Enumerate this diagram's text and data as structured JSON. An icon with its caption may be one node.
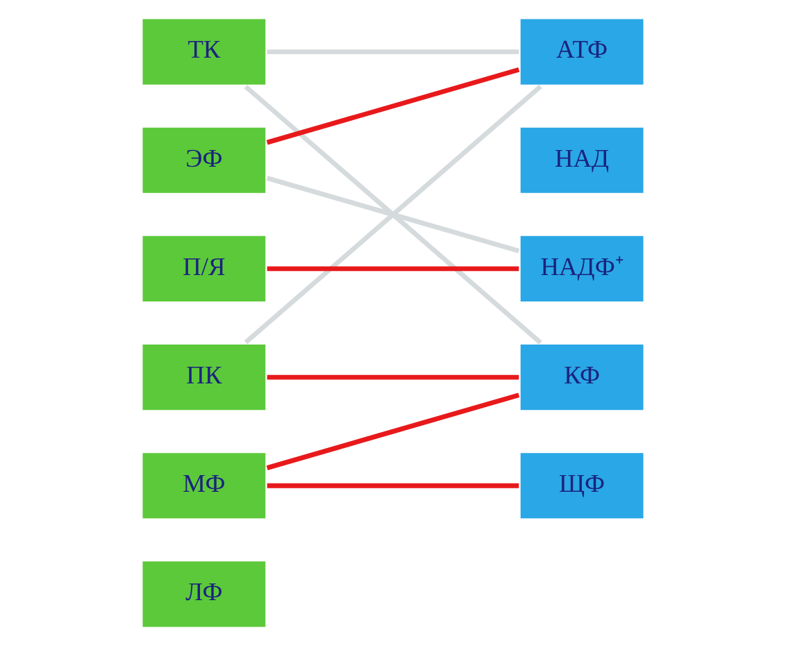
{
  "diagram": {
    "nodes": [
      {
        "text": [
          "ТК"
        ]
      },
      {
        "text": [
          "ЭФ"
        ]
      },
      {
        "text": [
          "АТФ"
        ]
      },
      {
        "text": [
          "НАД"
        ]
      },
      {
        "text": [
          "П/Я"
        ]
      },
      {
        "text": [
          "НАДФ⁺"
        ]
      },
      {
        "text": [
          "ПК"
        ]
      },
      {
        "text": [
          "КФ"
        ]
      },
      {
        "text": [
          "МФ"
        ]
      },
      {
        "text": [
          "ЩФ"
        ]
      },
      {
        "text": [
          "ЛФ"
        ]
      }
    ],
    "edges": [
      {
        "from": 1,
        "to": 2,
        "arrow": "none"
      },
      {
        "from": 4,
        "to": 5,
        "arrow": "none"
      },
      {
        "from": 6,
        "to": 7,
        "arrow": "none"
      },
      {
        "from": 8,
        "to": 7,
        "arrow": "none"
      },
      {
        "from": 8,
        "to": 9,
        "arrow": "none"
      },
      {
        "from": 0,
        "to": 2,
        "arrow": "none",
        "color": "#d5dadd"
      },
      {
        "from": 0,
        "to": 7,
        "arrow": "none",
        "color": "#d5dadd"
      },
      {
        "from": 1,
        "to": 5,
        "arrow": "none",
        "color": "#d5dadd"
      },
      {
        "from": 2,
        "to": 6,
        "arrow": "none",
        "color": "#d5dadd"
      }
    ]
  }
}
